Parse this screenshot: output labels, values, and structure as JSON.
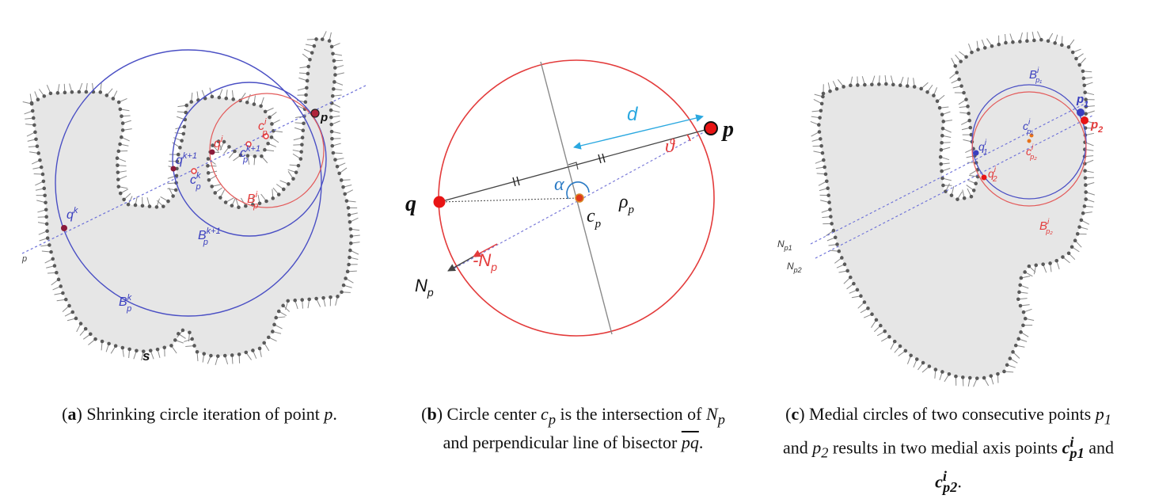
{
  "panel_a": {
    "labels": {
      "p": "p",
      "q_k": "q",
      "q_k_sup": "k",
      "q_k1": "q",
      "q_k1_sup": "k+1",
      "q_i": "q",
      "q_i_sup": "i",
      "c_p_i": "c",
      "c_p_i_sup": "i",
      "c_p_i_sub": "p",
      "c_p_k1": "c",
      "c_p_k1_sup": "k+1",
      "c_p_k1_sub": "p",
      "c_p_k": "c",
      "c_p_k_sup": "k",
      "c_p_k_sub": "p",
      "B_p_i": "B",
      "B_p_i_sup": "i",
      "B_p_i_sub": "p",
      "B_p_k1": "B",
      "B_p_k1_sup": "k+1",
      "B_p_k1_sub": "p",
      "B_p_k": "B",
      "B_p_k_sup": "k",
      "B_p_k_sub": "p",
      "S": "s",
      "edge_p": "p"
    },
    "caption_tag": "a",
    "caption_text": " Shrinking circle iteration of point ",
    "caption_var": "p",
    "caption_end": "."
  },
  "panel_b": {
    "labels": {
      "p": "p",
      "q": "q",
      "d": "d",
      "theta": "ϑ",
      "alpha": "α",
      "rho": "ρ",
      "rho_sub": "p",
      "c": "c",
      "c_sub": "p",
      "neg_N": "-N",
      "neg_N_sub": "p",
      "N": "N",
      "N_sub": "p"
    },
    "caption_tag": "b",
    "caption_1": " Circle center ",
    "caption_c": "c",
    "caption_c_sub": "p",
    "caption_2": " is the intersection of ",
    "caption_N": "N",
    "caption_N_sub": "p",
    "caption_3": " and perpendicular line of bisector ",
    "caption_pq": "pq",
    "caption_end": "."
  },
  "panel_c": {
    "labels": {
      "p1": "p",
      "p1_sub": "1",
      "p2": "p",
      "p2_sub": "2",
      "q1": "q",
      "q1_sup": "i",
      "q1_sub": "1",
      "q2": "q",
      "q2_sup": "i",
      "q2_sub": "2",
      "c_p1": "c",
      "c_p1_sup": "i",
      "c_p1_sub": "p₁",
      "c_p2": "c",
      "c_p2_sup": "i",
      "c_p2_sub": "p₂",
      "B_p1": "B",
      "B_p1_sup": "i",
      "B_p1_sub": "p₁",
      "B_p2": "B",
      "B_p2_sup": "i",
      "B_p2_sub": "p₂",
      "N_p1": "N",
      "N_p1_sub": "p1",
      "N_p2": "N",
      "N_p2_sub": "p2"
    },
    "caption_tag": "c",
    "caption_1": " Medial circles of two consecutive points ",
    "caption_p1": "p",
    "caption_p1_sub": "1",
    "caption_and": " and ",
    "caption_p2": "p",
    "caption_p2_sub": "2",
    "caption_2": " results in two medial axis points ",
    "caption_c1": "c",
    "caption_c1_sup": "i",
    "caption_c1_sub": "p1",
    "caption_and2": " and ",
    "caption_c2": "c",
    "caption_c2_sup": "i",
    "caption_c2_sub": "p2",
    "caption_end": "."
  },
  "colors": {
    "blue": "#4a4fc4",
    "red": "#e33b3b",
    "cyan": "#2aa8e0",
    "shape": "#e6e6e6",
    "dots": "#555555"
  }
}
